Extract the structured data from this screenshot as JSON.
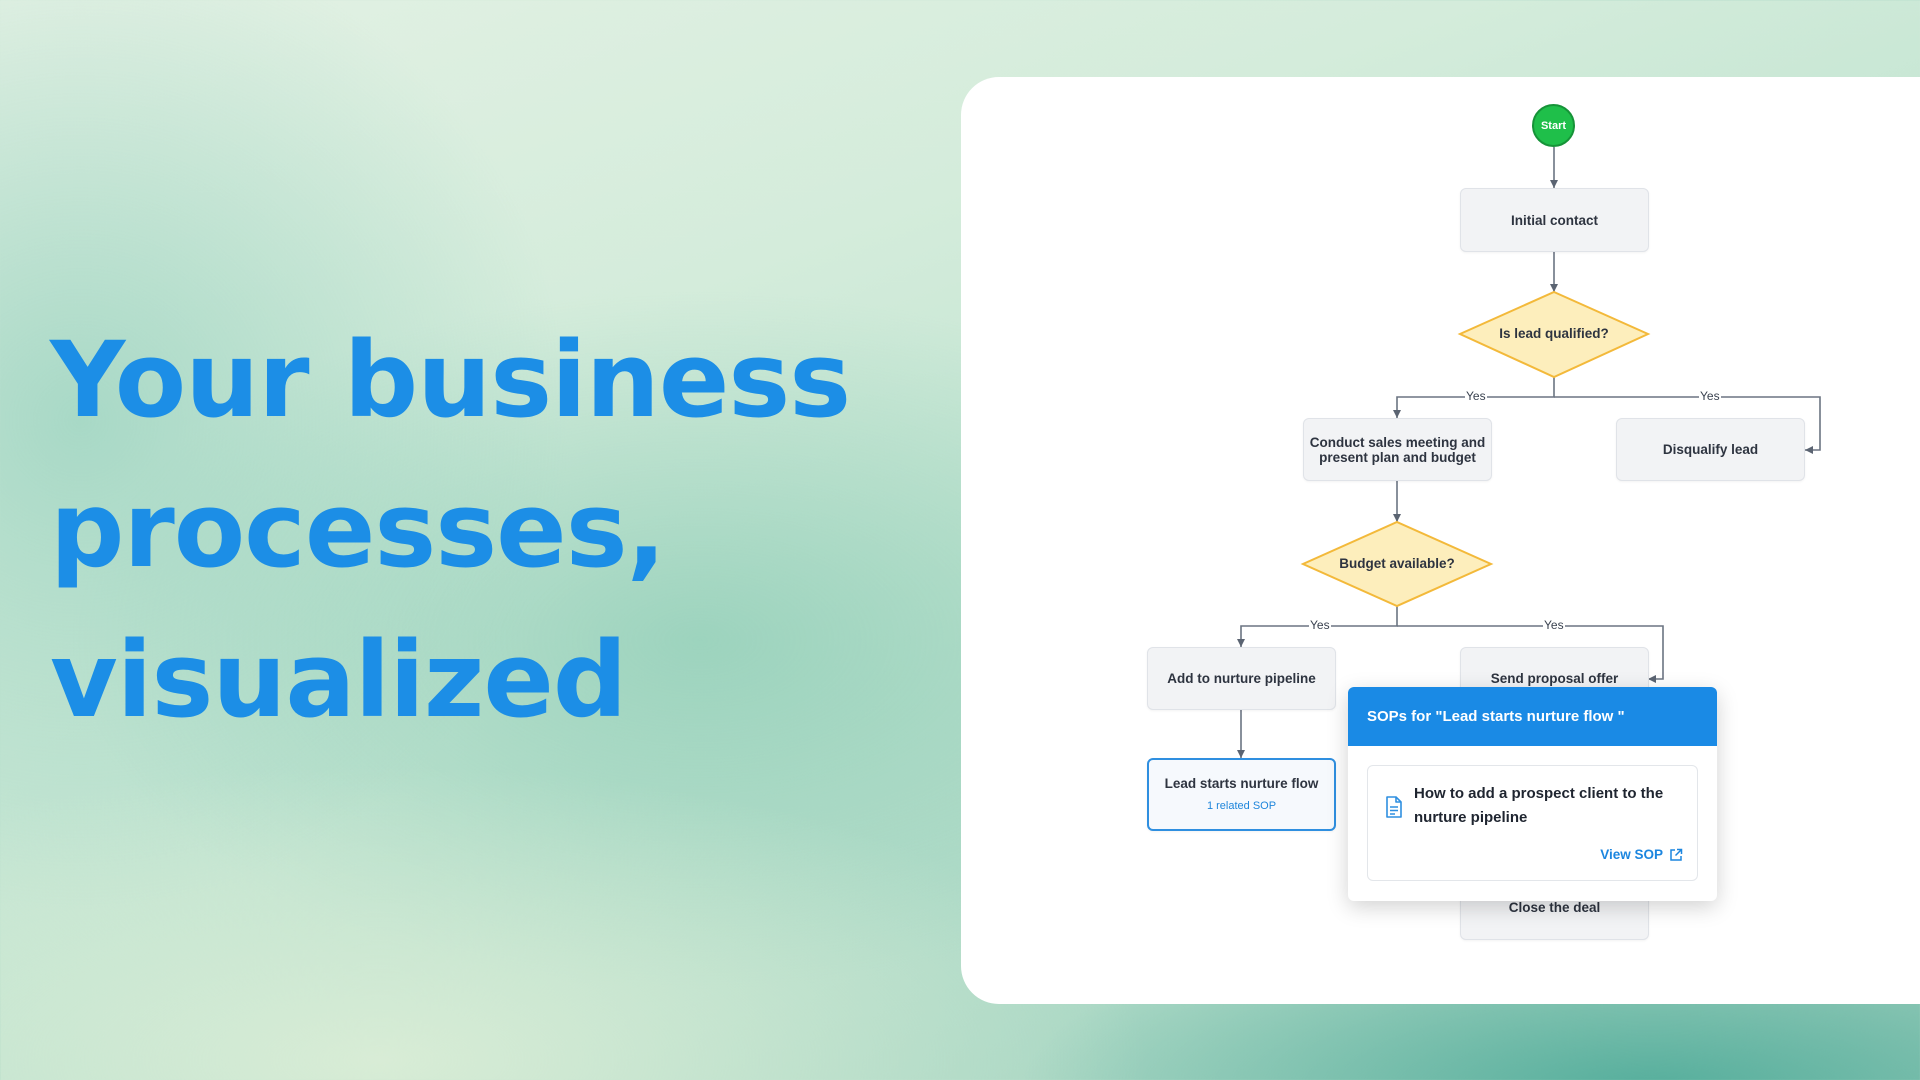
{
  "headline": {
    "lines": [
      "Your business",
      "processes,",
      "visualized"
    ]
  },
  "colors": {
    "accent": "#1c8ee6",
    "start": "#1fbf4a",
    "decision_fill": "#fdeebc",
    "decision_stroke": "#f3b93a",
    "popup_header": "#1a8ae5"
  },
  "flowchart": {
    "start": "Start",
    "initial_contact": "Initial contact",
    "is_lead_qualified": "Is lead qualified?",
    "conduct_meeting_line1": "Conduct sales meeting and",
    "conduct_meeting_line2": "present plan and budget",
    "disqualify_lead": "Disqualify lead",
    "budget_available": "Budget available?",
    "add_to_nurture": "Add to nurture pipeline",
    "send_proposal": "Send proposal offer",
    "lead_starts_nurture": "Lead starts nurture flow",
    "related_sop": "1 related SOP",
    "close_deal": "Close the deal",
    "edge_yes_1": "Yes",
    "edge_yes_2": "Yes",
    "edge_yes_3": "Yes",
    "edge_yes_4": "Yes"
  },
  "popup": {
    "header": "SOPs for \"Lead starts nurture flow \"",
    "sop_title": "How to add a prospect client to the nurture pipeline",
    "view_sop": "View SOP",
    "doc_icon": "document-icon",
    "external_icon": "external-link-icon"
  }
}
